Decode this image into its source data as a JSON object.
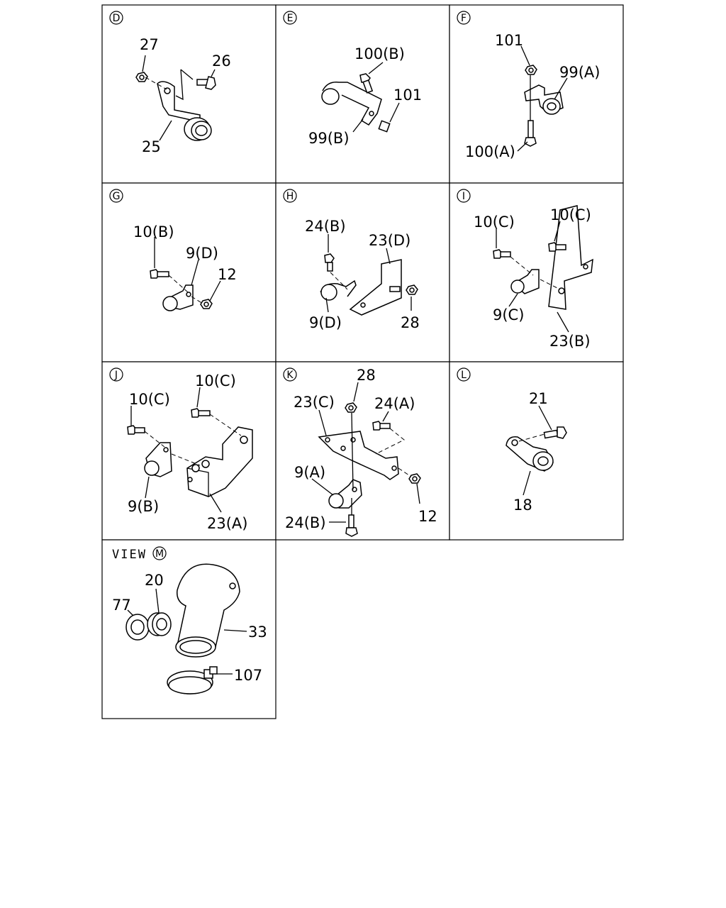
{
  "panels": {
    "D": {
      "id": "D",
      "labels": {
        "p27": "27",
        "p26": "26",
        "p25": "25"
      }
    },
    "E": {
      "id": "E",
      "labels": {
        "p100b": "100(B)",
        "p101": "101",
        "p99b": "99(B)"
      }
    },
    "F": {
      "id": "F",
      "labels": {
        "p101": "101",
        "p99a": "99(A)",
        "p100a": "100(A)"
      }
    },
    "G": {
      "id": "G",
      "labels": {
        "p10b": "10(B)",
        "p9d": "9(D)",
        "p12": "12"
      }
    },
    "H": {
      "id": "H",
      "labels": {
        "p24b": "24(B)",
        "p23d": "23(D)",
        "p9d": "9(D)",
        "p28": "28"
      }
    },
    "I": {
      "id": "I",
      "labels": {
        "p10c_a": "10(C)",
        "p10c_b": "10(C)",
        "p9c": "9(C)",
        "p23b": "23(B)"
      }
    },
    "J": {
      "id": "J",
      "labels": {
        "p10c_a": "10(C)",
        "p10c_b": "10(C)",
        "p9b": "9(B)",
        "p23a": "23(A)"
      }
    },
    "K": {
      "id": "K",
      "labels": {
        "p28": "28",
        "p23c": "23(C)",
        "p24a": "24(A)",
        "p9a": "9(A)",
        "p12": "12",
        "p24b": "24(B)"
      }
    },
    "L": {
      "id": "L",
      "labels": {
        "p21": "21",
        "p18": "18"
      }
    },
    "M": {
      "id": "M",
      "view_text": "VIEW",
      "labels": {
        "p20": "20",
        "p77": "77",
        "p33": "33",
        "p107": "107"
      }
    }
  }
}
